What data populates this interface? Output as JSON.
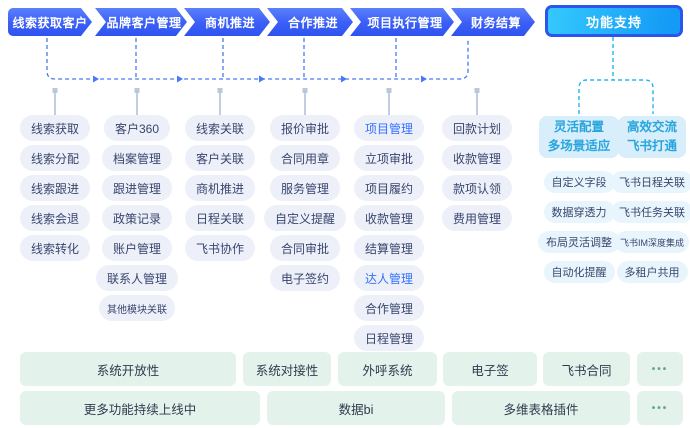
{
  "flow": {
    "steps": [
      {
        "label": "线索获取客户"
      },
      {
        "label": "品牌客户管理"
      },
      {
        "label": "商机推进"
      },
      {
        "label": "合作推进"
      },
      {
        "label": "项目执行管理"
      },
      {
        "label": "财务结算"
      }
    ],
    "support_label": "功能支持"
  },
  "columns": [
    {
      "title": "线索获取客户",
      "items": [
        {
          "label": "线索获取"
        },
        {
          "label": "线索分配"
        },
        {
          "label": "线索跟进"
        },
        {
          "label": "线索会退"
        },
        {
          "label": "线索转化"
        }
      ]
    },
    {
      "title": "品牌客户管理",
      "items": [
        {
          "label": "客户360"
        },
        {
          "label": "档案管理"
        },
        {
          "label": "跟进管理"
        },
        {
          "label": "政策记录"
        },
        {
          "label": "账户管理"
        },
        {
          "label": "联系人管理"
        },
        {
          "label": "其他模块关联",
          "small": true
        }
      ]
    },
    {
      "title": "商机推进",
      "items": [
        {
          "label": "线索关联"
        },
        {
          "label": "客户关联"
        },
        {
          "label": "商机推进"
        },
        {
          "label": "日程关联"
        },
        {
          "label": "飞书协作"
        }
      ]
    },
    {
      "title": "合作推进",
      "items": [
        {
          "label": "报价审批"
        },
        {
          "label": "合同用章"
        },
        {
          "label": "服务管理"
        },
        {
          "label": "自定义提醒"
        },
        {
          "label": "合同审批"
        },
        {
          "label": "电子签约"
        }
      ]
    },
    {
      "title": "项目执行管理",
      "items": [
        {
          "label": "项目管理",
          "highlight": true
        },
        {
          "label": "立项审批"
        },
        {
          "label": "项目履约"
        },
        {
          "label": "收款管理"
        },
        {
          "label": "结算管理"
        },
        {
          "label": "达人管理",
          "highlight": true
        },
        {
          "label": "合作管理"
        },
        {
          "label": "日程管理"
        }
      ]
    },
    {
      "title": "财务结算",
      "items": [
        {
          "label": "回款计划"
        },
        {
          "label": "收款管理"
        },
        {
          "label": "款项认领"
        },
        {
          "label": "费用管理"
        }
      ]
    }
  ],
  "support": {
    "groups": [
      {
        "header_line1": "灵活配置",
        "header_line2": "多场景适应",
        "items": [
          {
            "label": "自定义字段"
          },
          {
            "label": "数据穿透力"
          },
          {
            "label": "布局灵活调整"
          },
          {
            "label": "自动化提醒"
          }
        ]
      },
      {
        "header_line1": "高效交流",
        "header_line2": "飞书打通",
        "items": [
          {
            "label": "飞书日程关联"
          },
          {
            "label": "飞书任务关联"
          },
          {
            "label": "飞书IM深度集成",
            "small": true
          },
          {
            "label": "多租户共用"
          }
        ]
      }
    ]
  },
  "bottom": {
    "row1": [
      {
        "label": "系统开放性"
      },
      {
        "label": "系统对接性"
      },
      {
        "label": "外呼系统"
      },
      {
        "label": "电子签"
      },
      {
        "label": "飞书合同"
      },
      {
        "label": "•••",
        "dots": true
      }
    ],
    "row2": [
      {
        "label": "更多功能持续上线中"
      },
      {
        "label": "数据bi"
      },
      {
        "label": "多维表格插件"
      },
      {
        "label": "•••",
        "dots": true
      }
    ]
  },
  "colors": {
    "flow_blue": "#3a5ef6",
    "support_outer_blue": "#2b55ec",
    "support_cyan": "#25b5ee",
    "connector_blue": "#4a78f6",
    "stub_gray": "#c3cde0",
    "pill_bg": "#edf0f9",
    "pill_text": "#39466e",
    "highlight_text": "#3370ff",
    "support_header_bg": "#d8eefa",
    "support_header_text": "#29a5de",
    "support_pill_bg": "#e8f5fc",
    "bottom_bg": "#e4f2ec",
    "bottom_text": "#2f3b4d",
    "dots_color": "#66a48d"
  }
}
